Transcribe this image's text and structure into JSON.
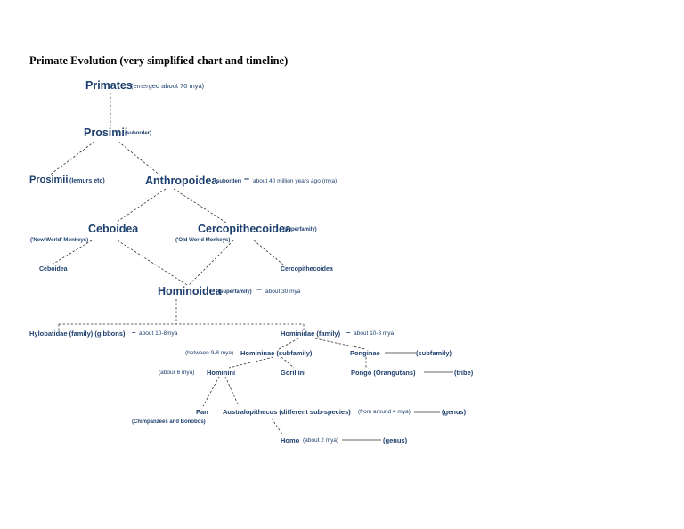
{
  "title": "Primate Evolution (very simplified chart and timeline)",
  "nodes": {
    "primates": {
      "name": "Primates",
      "note": "(emerged about 70 mya)"
    },
    "prosimii_sub": {
      "name": "Prosimii",
      "note": "(suborder)"
    },
    "prosimii_lemurs": {
      "name": "Prosimii",
      "note": "(lemurs etc)"
    },
    "anthropoidea": {
      "name": "Anthropoidea",
      "note": "(suborder)",
      "dash": "–",
      "note2": "about 40 million years ago (mya)"
    },
    "ceboidea": {
      "name": "Ceboidea",
      "note": "('New World' Monkeys)"
    },
    "cercopithecoidea": {
      "name": "Cercopithecoidea",
      "note": "(superfamily)",
      "note2": "('Old World Monkeys)"
    },
    "ceboidea_leaf": {
      "name": "Ceboidea"
    },
    "cercopithecoidea_leaf": {
      "name": "Cercopithecoidea"
    },
    "hominoidea": {
      "name": "Hominoidea",
      "note": "(superfamily)",
      "dash": "–",
      "note2": "about 30 mya"
    },
    "hylobatidae": {
      "name": "Hylobatidae (family) (gibbons)",
      "dash": "–",
      "note": "about 10-8mya"
    },
    "hominidae": {
      "name": "Hominidae (family)",
      "dash": "–",
      "note": "about 10-8 mya"
    },
    "homininae": {
      "pre": "(between 9-8 mya)",
      "name": "Homininae (subfamily)"
    },
    "ponginae": {
      "name": "Ponginae",
      "rank": "(subfamily)"
    },
    "hominini": {
      "pre": "(abour 6 mya)",
      "name": "Hominini"
    },
    "gorillini": {
      "name": "Gorillini"
    },
    "pongo": {
      "name": "Pongo  (Orangutans)",
      "rank": "(tribe)"
    },
    "pan": {
      "name": "Pan",
      "note": "(Chimpanzees and Bonobos)"
    },
    "australopithecus": {
      "name": "Australopithecus (different sub-species)",
      "note": "(from around 4 mya)",
      "rank": "(genus)"
    },
    "homo": {
      "name": "Homo",
      "note": "(about 2 mya)",
      "rank": "(genus)"
    }
  }
}
